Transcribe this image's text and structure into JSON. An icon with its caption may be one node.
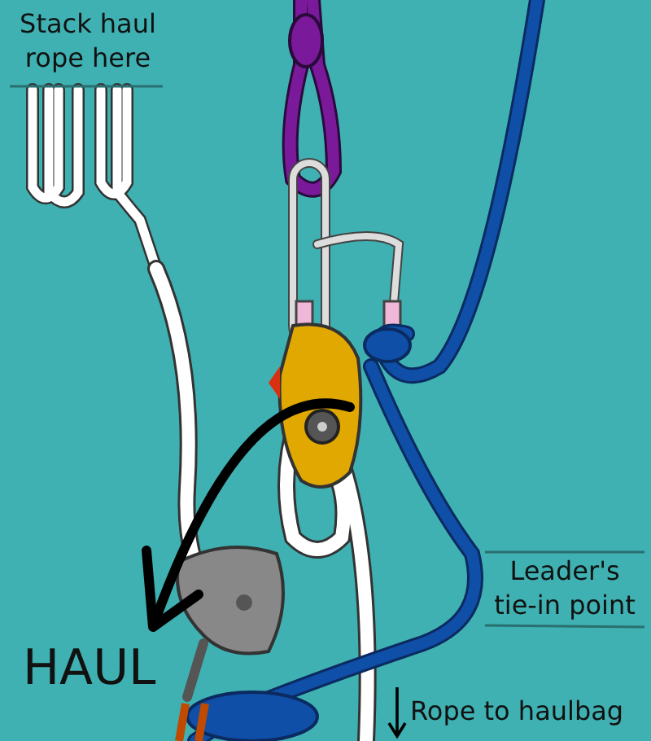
{
  "diagram": {
    "labels": [
      "Stack haul rope here",
      "Leader's tie-in point",
      "HAUL",
      "Rope to haulbag"
    ]
  }
}
